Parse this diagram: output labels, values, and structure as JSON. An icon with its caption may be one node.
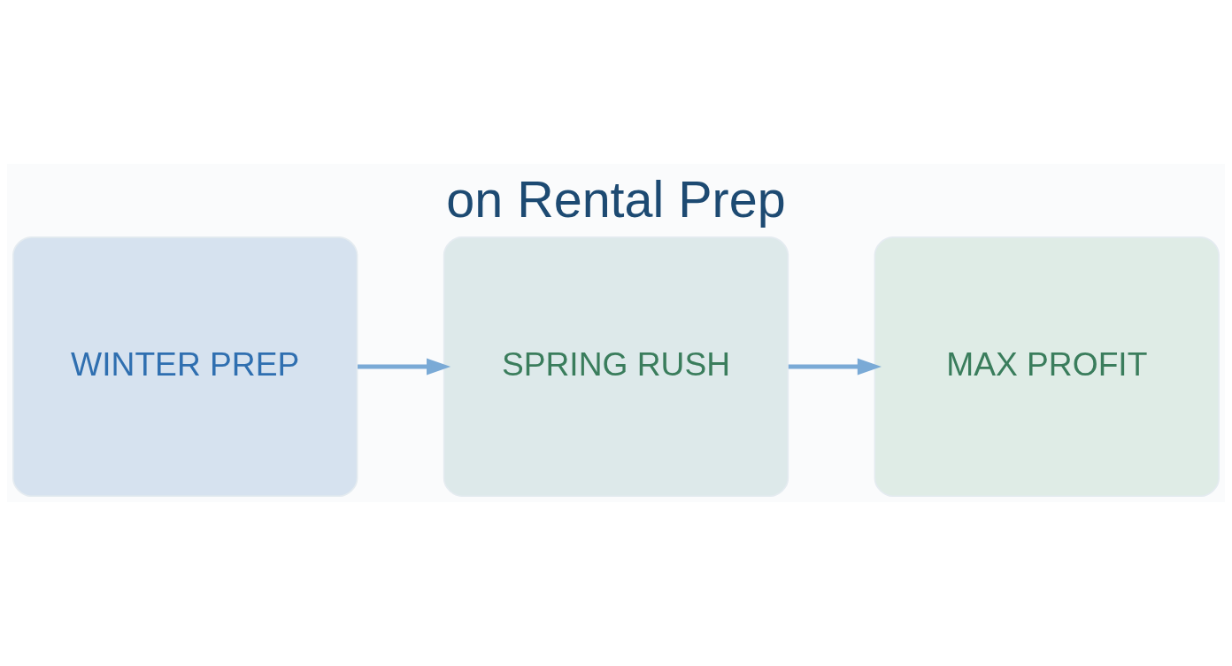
{
  "diagram": {
    "title": "on Rental Prep",
    "nodes": [
      {
        "text": [
          "WINTER PREP"
        ]
      },
      {
        "text": [
          "SPRING RUSH"
        ]
      },
      {
        "text": [
          "MAX PROFIT"
        ]
      }
    ],
    "edges": [
      {
        "from": 0,
        "to": 1,
        "arrow": "to"
      },
      {
        "from": 1,
        "to": 2,
        "arrow": "to"
      }
    ]
  }
}
